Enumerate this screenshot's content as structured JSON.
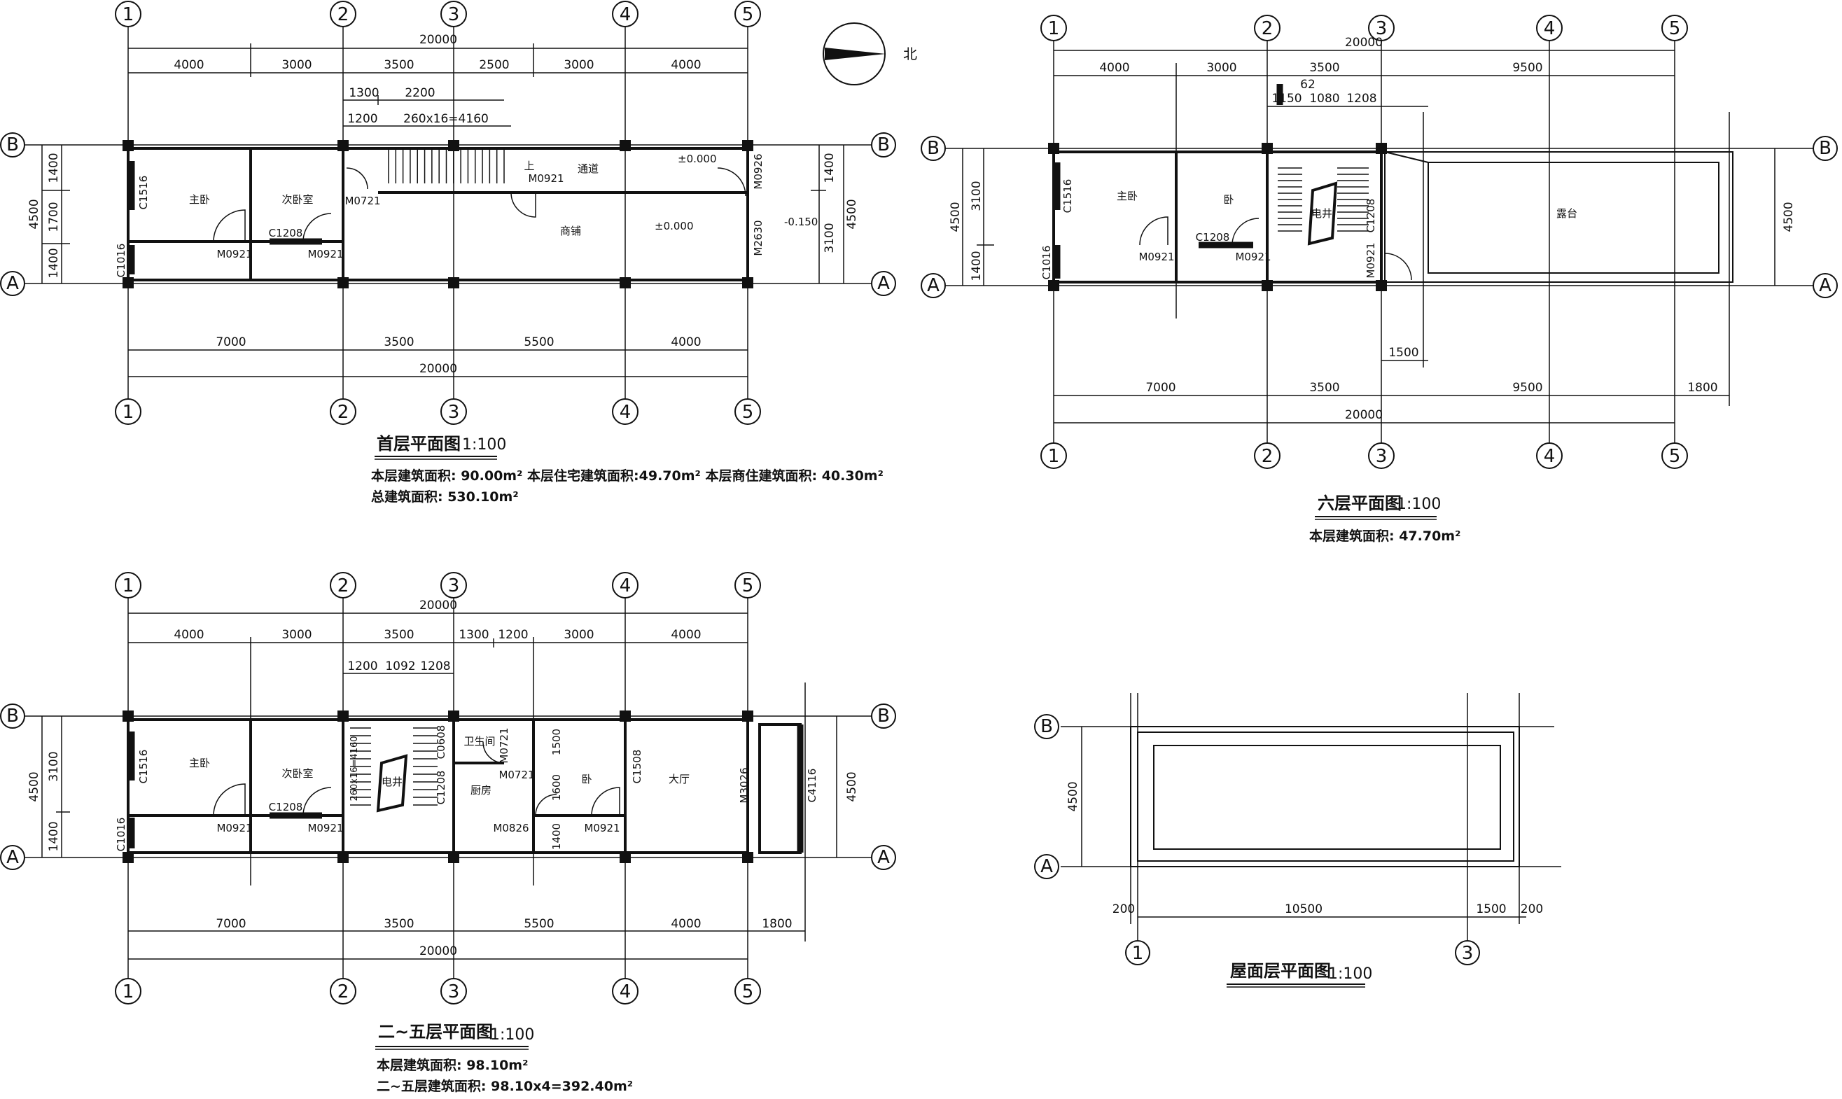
{
  "compass_label": "北",
  "plans": {
    "ground": {
      "title": "首层平面图",
      "scale": "1:100",
      "area_lines": [
        "本层建筑面积: 90.00m²   本层住宅建筑面积:49.70m²  本层商住建筑面积: 40.30m²",
        "总建筑面积:   530.10m²"
      ],
      "total_dim": "20000",
      "top_dims": [
        "4000",
        "3000",
        "3500",
        "2500",
        "3000",
        "4000"
      ],
      "stair_dims": [
        "1300",
        "2200",
        "1200",
        "260x16=4160"
      ],
      "left_dims": [
        "1400",
        "1700",
        "1400",
        "4500"
      ],
      "right_dims": [
        "1400",
        "3100",
        "4500"
      ],
      "bottom_dims": [
        "7000",
        "3500",
        "5500",
        "4000"
      ],
      "axis_cols": [
        "1",
        "2",
        "3",
        "4",
        "5"
      ],
      "axis_rows": [
        "B",
        "A"
      ],
      "rooms": [
        "主卧",
        "次卧室",
        "通道",
        "商铺"
      ],
      "tags": [
        "C1516",
        "C1016",
        "C1208",
        "M0921",
        "M0921",
        "M0721",
        "M0921",
        "M0926",
        "M2630",
        "上"
      ],
      "levels": [
        "±0.000",
        "±0.000",
        "-0.150"
      ]
    },
    "sixth": {
      "title": "六层平面图",
      "scale": "1:100",
      "area_lines": [
        "本层建筑面积: 47.70m²"
      ],
      "total_dim": "20000",
      "top_dims": [
        "4000",
        "3000",
        "3500",
        "9500"
      ],
      "stair_dims": [
        "62",
        "1150",
        "1080",
        "1208"
      ],
      "left_dims": [
        "3100",
        "1400",
        "4500"
      ],
      "right_dims": [
        "4500"
      ],
      "bottom_dims": [
        "7000",
        "3500",
        "9500",
        "1800"
      ],
      "extra_dim": "1500",
      "axis_cols": [
        "1",
        "2",
        "3",
        "4",
        "5"
      ],
      "axis_rows": [
        "B",
        "A"
      ],
      "rooms": [
        "主卧",
        "卧",
        "电井",
        "露台"
      ],
      "tags": [
        "C1516",
        "C1016",
        "C1208",
        "M0921",
        "M0921",
        "M0921",
        "C1208"
      ]
    },
    "typical": {
      "title": "二~五层平面图",
      "scale": "1:100",
      "area_lines": [
        "本层建筑面积: 98.10m²",
        "二~五层建筑面积: 98.10x4=392.40m²"
      ],
      "total_dim": "20000",
      "top_dims": [
        "4000",
        "3000",
        "3500",
        "1300",
        "1200",
        "3000",
        "4000"
      ],
      "stair_dims": [
        "1200",
        "1092",
        "1208"
      ],
      "left_dims": [
        "3100",
        "1400",
        "4500"
      ],
      "right_dims": [
        "4500"
      ],
      "bottom_dims": [
        "7000",
        "3500",
        "5500",
        "4000",
        "1800"
      ],
      "axis_cols": [
        "1",
        "2",
        "3",
        "4",
        "5"
      ],
      "axis_rows": [
        "B",
        "A"
      ],
      "rooms": [
        "主卧",
        "次卧室",
        "电井",
        "卫生间",
        "厨房",
        "卧",
        "大厅"
      ],
      "tags": [
        "C1516",
        "C1016",
        "C1208",
        "M0921",
        "M0921",
        "C0608",
        "M0721",
        "M0721",
        "C1208",
        "M0826",
        "M0921",
        "C1508",
        "M3026",
        "C4116",
        "1500",
        "1600",
        "1400",
        "260x16=4160"
      ]
    },
    "roof": {
      "title": "屋面层平面图",
      "scale": "1:100",
      "left_dim": "4500",
      "bottom_dims": [
        "200",
        "10500",
        "1500",
        "200"
      ],
      "axis_cols": [
        "1",
        "3"
      ],
      "axis_rows": [
        "B",
        "A"
      ]
    }
  }
}
